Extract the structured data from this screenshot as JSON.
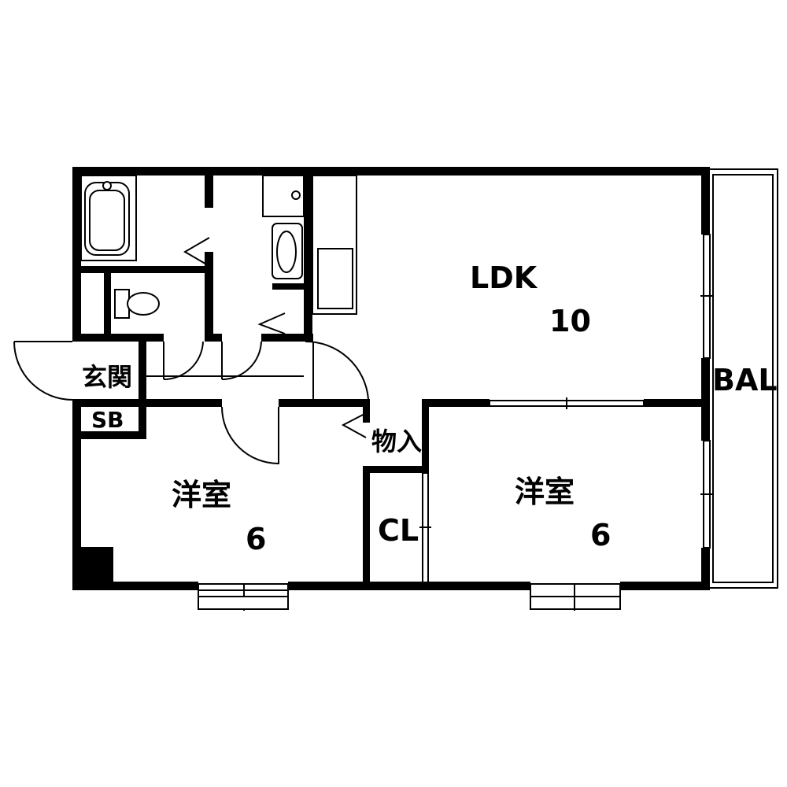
{
  "rooms": {
    "ldk": {
      "name": "LDK",
      "size": "10"
    },
    "western_left": {
      "name": "洋室",
      "size": "6"
    },
    "western_right": {
      "name": "洋室",
      "size": "6"
    },
    "entrance": {
      "name": "玄関"
    },
    "shoe_box": {
      "name": "SB"
    },
    "storage": {
      "name": "物入"
    },
    "closet": {
      "name": "CL"
    },
    "balcony": {
      "name": "BAL"
    }
  },
  "colors": {
    "wall": "#000000",
    "background": "#ffffff"
  }
}
